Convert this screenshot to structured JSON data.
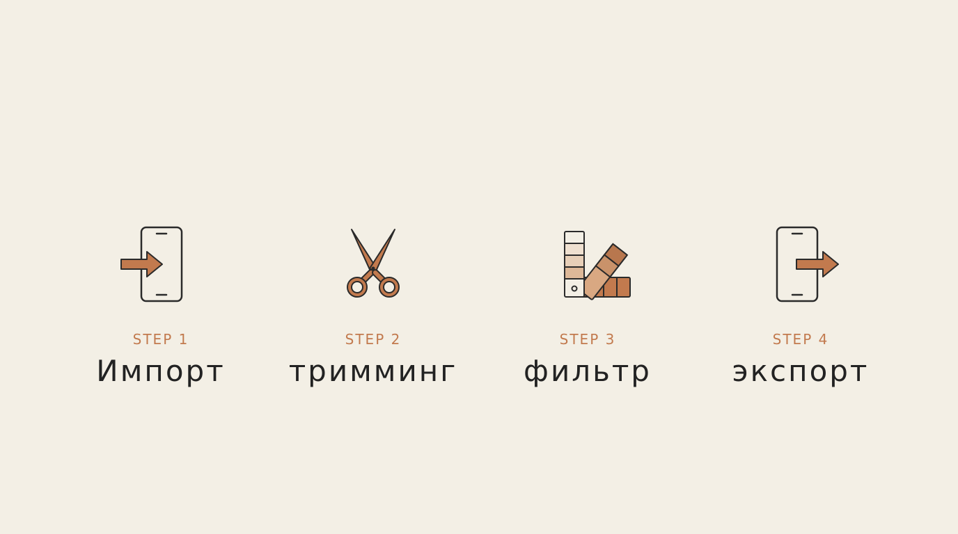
{
  "colors": {
    "background": "#f3efe5",
    "accent": "#c27a4e",
    "accent_dark": "#a8623c",
    "text": "#222222",
    "outline": "#2a2a2a"
  },
  "steps": [
    {
      "label": "STEP 1",
      "title": "Импорт",
      "icon": "phone-import-icon"
    },
    {
      "label": "STEP 2",
      "title": "тримминг",
      "icon": "scissors-icon"
    },
    {
      "label": "STEP 3",
      "title": "фильтр",
      "icon": "color-swatch-icon"
    },
    {
      "label": "STEP 4",
      "title": "экспорт",
      "icon": "phone-export-icon"
    }
  ]
}
